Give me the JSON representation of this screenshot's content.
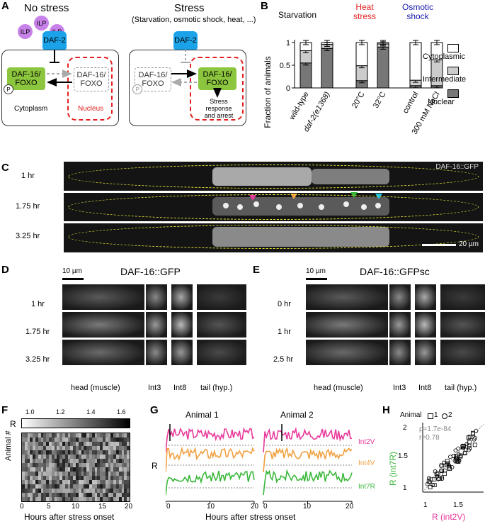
{
  "panels": {
    "a": "A",
    "b": "B",
    "c": "C",
    "d": "D",
    "e": "E",
    "f": "F",
    "g": "G",
    "h": "H"
  },
  "panelA": {
    "no_stress_title": "No stress",
    "stress_title": "Stress",
    "stress_subtitle": "(Starvation, osmotic shock, heat, ...)",
    "ilp": "ILP",
    "daf2": "DAF-2",
    "daf16_line1": "DAF-16/",
    "daf16_line2": "FOXO",
    "p": "P",
    "cytoplasm": "Cytoplasm",
    "nucleus": "Nucleus",
    "response_line1": "Stress",
    "response_line2": "response",
    "response_line3": "and arrest"
  },
  "panelB": {
    "groups": [
      {
        "label": "Starvation",
        "color": "#000000"
      },
      {
        "label": "Heat stress",
        "color": "#e32020"
      },
      {
        "label": "Osmotic shock",
        "color": "#1a1ab0"
      }
    ],
    "legend": [
      "Cytoplasmic",
      "Intermediate",
      "Nuclear"
    ]
  },
  "chart_data": {
    "type": "bar",
    "stacked": true,
    "categories": [
      "wild-type",
      "daf-2(e1368)",
      "20°C",
      "32°C",
      "control",
      "300 mM NaCl"
    ],
    "series": [
      {
        "name": "Nuclear",
        "color": "#777777",
        "values": [
          0.55,
          0.87,
          0.16,
          0.9,
          0.05,
          0.05
        ]
      },
      {
        "name": "Intermediate",
        "color": "#cccccc",
        "values": [
          0.27,
          0.09,
          0.33,
          0.07,
          0.12,
          0.57
        ]
      },
      {
        "name": "Cytoplasmic",
        "color": "#ffffff",
        "values": [
          0.18,
          0.04,
          0.51,
          0.03,
          0.83,
          0.38
        ]
      }
    ],
    "ylabel": "Fraction of animals",
    "yticks": [
      0,
      0.5,
      1
    ],
    "ylim": [
      0,
      1
    ]
  },
  "panelC": {
    "label": "DAF-16::GFP",
    "times": [
      "1 hr",
      "1.75 hr",
      "3.25 hr"
    ],
    "scale": "20 µm"
  },
  "panelD": {
    "title": "DAF-16::GFP",
    "scale": "10 µm",
    "times": [
      "1 hr",
      "1.75 hr",
      "3.25 hr"
    ],
    "columns": [
      "head (muscle)",
      "Int3",
      "Int8",
      "tail (hyp.)"
    ]
  },
  "panelE": {
    "title": "DAF-16::GFPsc",
    "scale": "10 µm",
    "times": [
      "0 hr",
      "1 hr",
      "2.5 hr"
    ],
    "columns": [
      "head (muscle)",
      "Int3",
      "Int8",
      "tail (hyp.)"
    ]
  },
  "panelF": {
    "colorbar_label": "R",
    "colorbar_ticks": [
      "1.0",
      "1.2",
      "1.4",
      "1.6"
    ],
    "ylabel": "Animal #",
    "xlabel": "Hours after stress onset",
    "xticks": [
      "0",
      "5",
      "10",
      "15",
      "20"
    ]
  },
  "panelG": {
    "ylabel": "R",
    "xlabel": "Hours after stress onset",
    "animals": [
      "Animal 1",
      "Animal 2"
    ],
    "traces": [
      {
        "name": "Int2V",
        "color": "#e8399b"
      },
      {
        "name": "Int4V",
        "color": "#f0a040"
      },
      {
        "name": "Int7R",
        "color": "#3ab83a"
      }
    ],
    "xticks": [
      "0",
      "10",
      "20"
    ]
  },
  "panelH": {
    "title": "Animal",
    "legend": [
      "1",
      "2"
    ],
    "p": "p=1.7e-84",
    "r": "r=0.78",
    "xlabel": "R (int2V)",
    "ylabel": "R (int7R)",
    "xticks": [
      "1",
      "1.5"
    ],
    "yticks": [
      "1",
      "1.5",
      "2"
    ]
  }
}
